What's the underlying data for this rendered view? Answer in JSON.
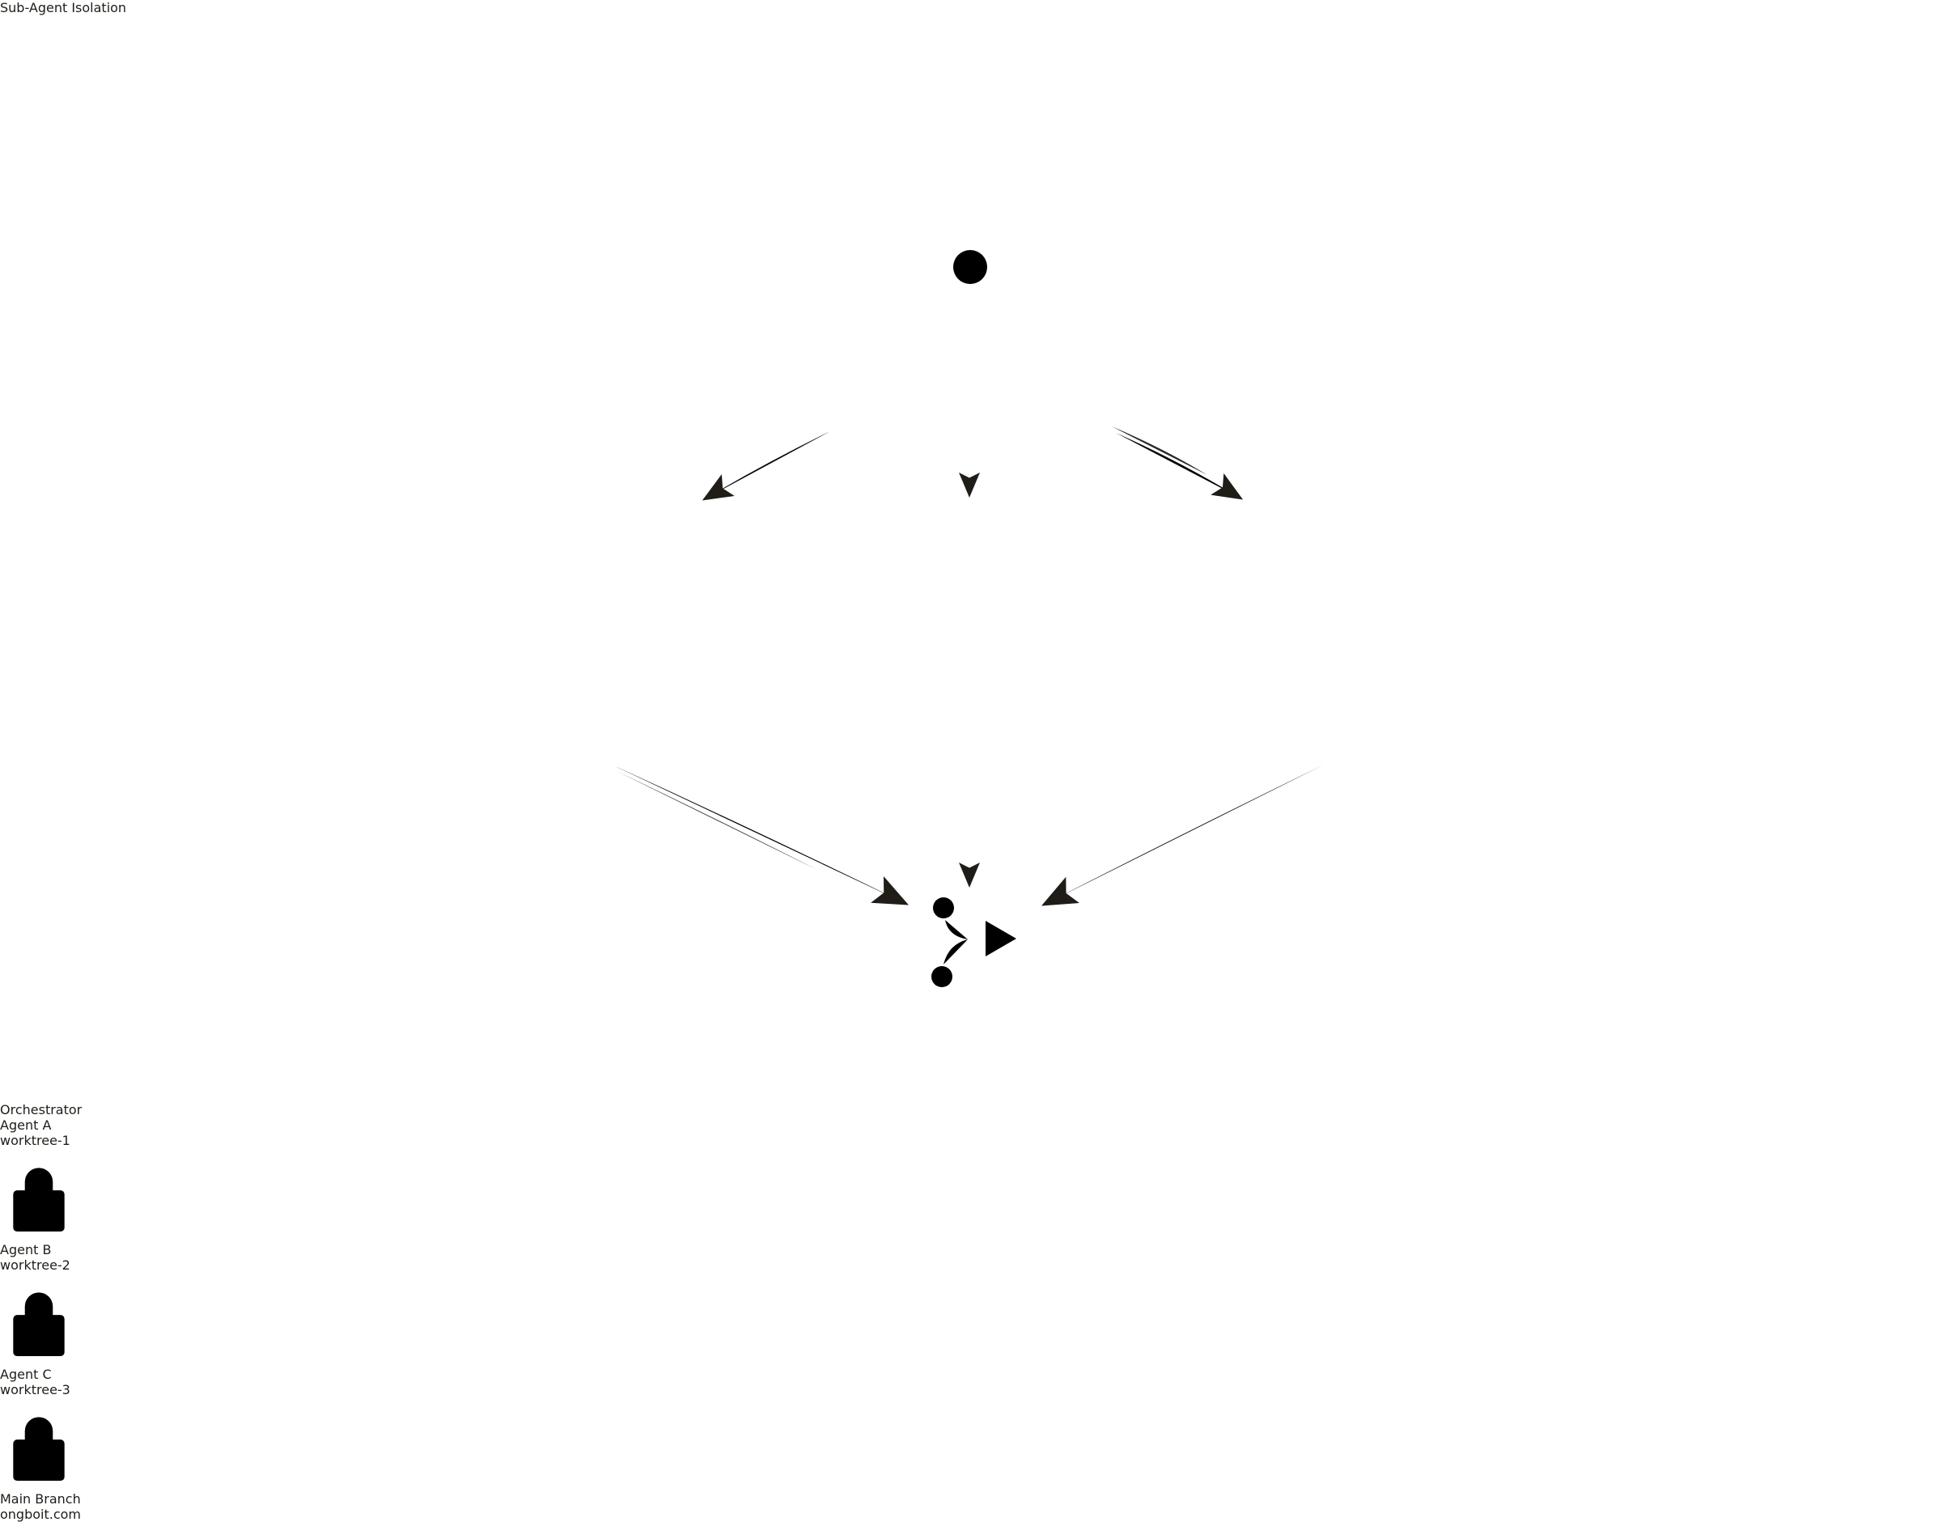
{
  "title": "Sub-Agent Isolation",
  "orchestrator": {
    "label": "Orchestrator"
  },
  "agents": [
    {
      "name": "Agent A",
      "worktree": "worktree-1"
    },
    {
      "name": "Agent B",
      "worktree": "worktree-2"
    },
    {
      "name": "Agent C",
      "worktree": "worktree-3"
    }
  ],
  "merge": {
    "label": "Main Branch"
  },
  "watermark": "ongboit.com",
  "icons": {
    "orchestrator": "stick-figure-person-icon",
    "agent": "padlock-icon",
    "merge": "git-merge-branch-icon"
  },
  "edges": [
    "Orchestrator -> Agent A (worktree-1)",
    "Orchestrator -> Agent B (worktree-2)",
    "Orchestrator -> Agent C (worktree-3)",
    "Agent A (worktree-1) -> Main Branch",
    "Agent B (worktree-2) -> Main Branch",
    "Agent C (worktree-3) -> Main Branch"
  ],
  "colors": {
    "ink": "#201d18",
    "paper_center": "#f6ebd0",
    "paper_edge": "#d6bb90"
  }
}
